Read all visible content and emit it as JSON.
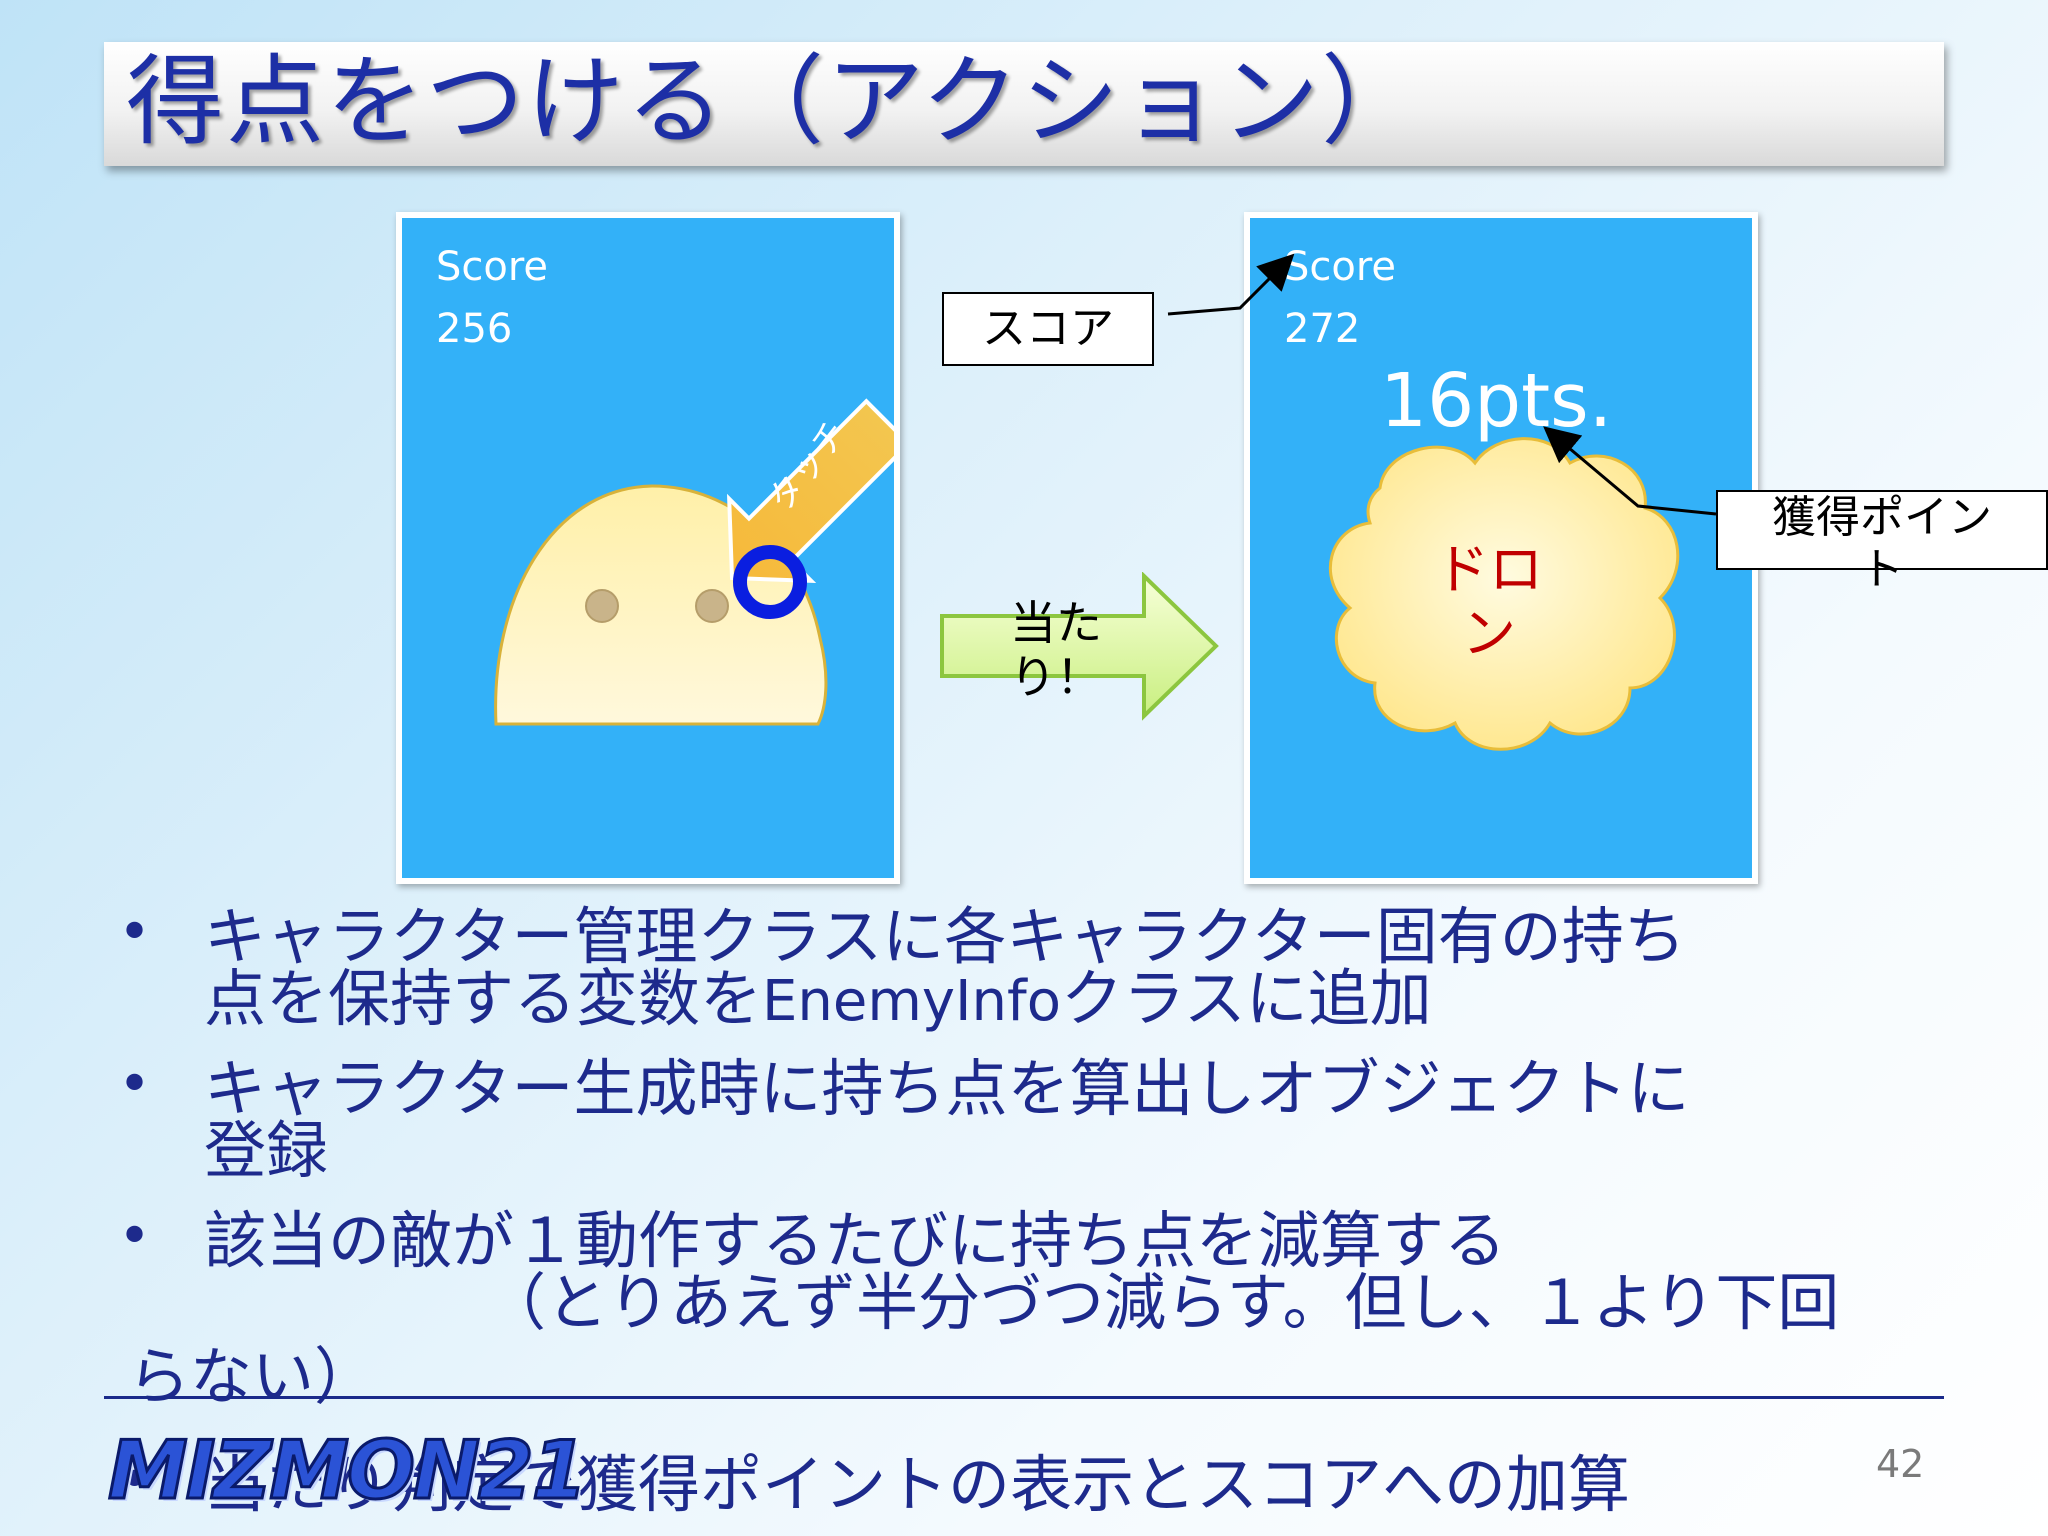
{
  "slide": {
    "title": "得点をつける（アクション）",
    "page_number": "42",
    "logo_text": "MIZMON21"
  },
  "left_screen": {
    "score_label": "Score",
    "score_value": "256",
    "touch_label": "タッチ"
  },
  "right_screen": {
    "score_label": "Score",
    "score_value": "272",
    "points_label": "16pts.",
    "explosion_text": "ドロン"
  },
  "callouts": {
    "score": "スコア",
    "acquired_points": "獲得ポイント",
    "hit": "当たり！"
  },
  "bullets": [
    {
      "line1": "キャラクター管理クラスに各キャラクター固有の持ち",
      "line2_a": "点を保持する変数を",
      "line2_en": "EnemyInfo",
      "line2_b": "クラスに追加"
    },
    {
      "line1": "キャラクター生成時に持ち点を算出しオブジェクトに",
      "line2": "登録"
    },
    {
      "line1": "該当の敵が１動作するたびに持ち点を減算する",
      "line2": "（とりあえず半分づつ減らす。但し、１より下回",
      "line3": "らない）"
    },
    {
      "line1": "当たり判定で獲得ポイントの表示とスコアへの加算"
    }
  ],
  "colors": {
    "title_text": "#1d2fa6",
    "screen_bg": "#33b1f8",
    "body_text": "#1d2a8c",
    "explosion_text": "#c00000"
  }
}
